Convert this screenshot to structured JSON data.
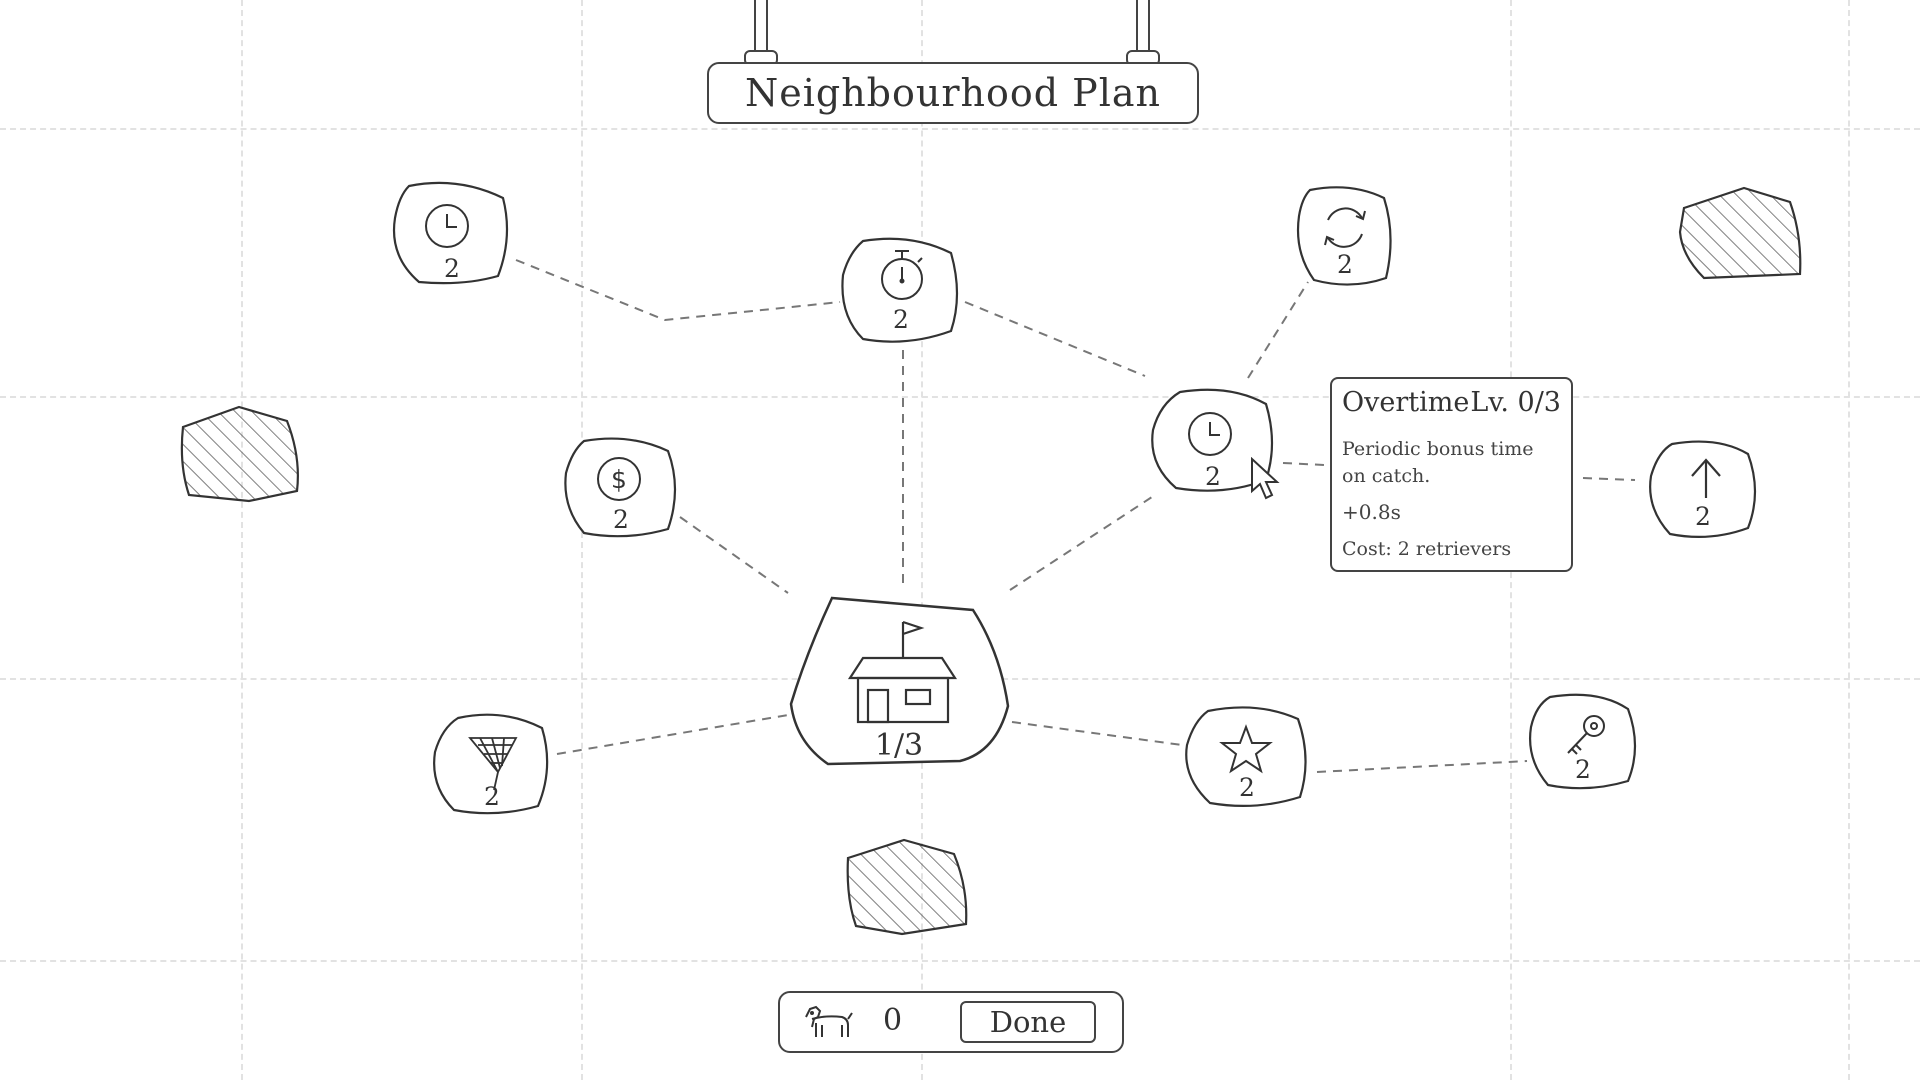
{
  "title": "Neighbourhood Plan",
  "center_node": {
    "icon": "house-flag-icon",
    "level_text": "1/3"
  },
  "nodes": [
    {
      "id": "clock-top-left",
      "icon": "clock-icon",
      "cost": "2"
    },
    {
      "id": "stopwatch",
      "icon": "stopwatch-icon",
      "cost": "2"
    },
    {
      "id": "refresh",
      "icon": "refresh-icon",
      "cost": "2"
    },
    {
      "id": "money",
      "icon": "dollar-icon",
      "cost": "2"
    },
    {
      "id": "overtime",
      "icon": "clock-icon",
      "cost": "2"
    },
    {
      "id": "arrow-up",
      "icon": "arrow-up-icon",
      "cost": "2"
    },
    {
      "id": "net",
      "icon": "net-icon",
      "cost": "2"
    },
    {
      "id": "star",
      "icon": "star-icon",
      "cost": "2"
    },
    {
      "id": "key",
      "icon": "key-icon",
      "cost": "2"
    }
  ],
  "locked_nodes": [
    "locked-top-right",
    "locked-left",
    "locked-bottom"
  ],
  "tooltip": {
    "name": "Overtime",
    "level": "Lv. 0/3",
    "description_line1": "Periodic bonus time",
    "description_line2": "on catch.",
    "value": "+0.8s",
    "cost": "Cost: 2 retrievers"
  },
  "bottom_bar": {
    "currency_icon": "dog-icon",
    "currency_count": "0",
    "done_label": "Done"
  },
  "colors": {
    "ink": "#333333",
    "grid": "#e2e2e2",
    "background": "#ffffff"
  }
}
